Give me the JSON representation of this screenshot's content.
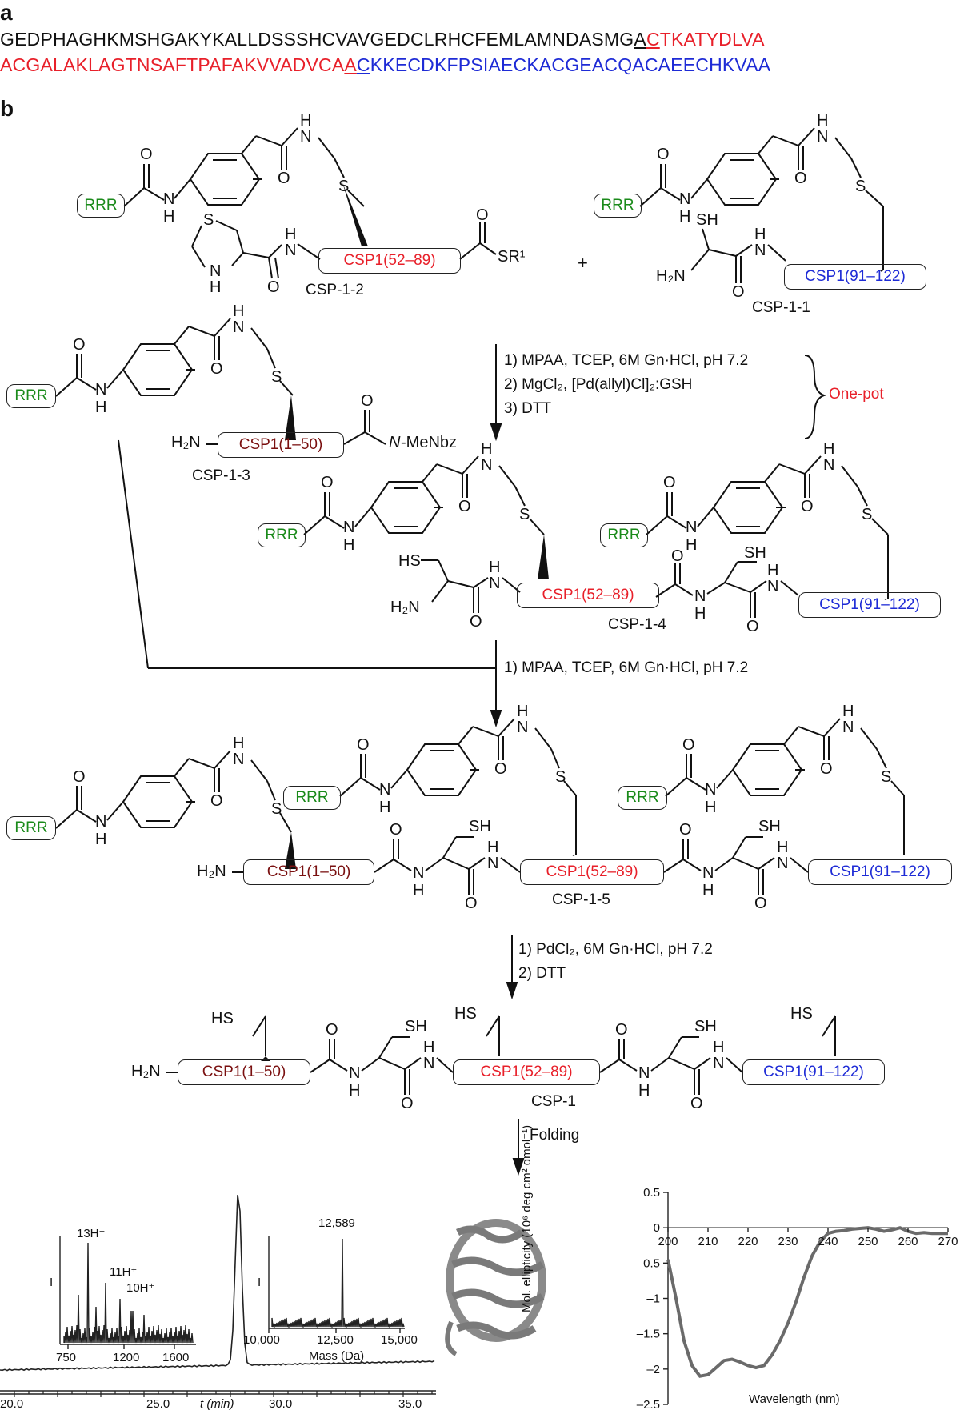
{
  "panel_a": "a",
  "panel_b": "b",
  "sequence": {
    "line1_black": "GEDPHAGHKMSHGAKYKALLDSSSHCVAVGEDCLRHCFEMLAMNDASMG",
    "line1_A": "A",
    "line1_C": "C",
    "line1_red": "TKATYDLVA",
    "line2_red": "ACGALAKLAGTNSAFTPAFAKVVADVCA",
    "line2_A": "A",
    "line2_C": "C",
    "line2_blue": "KKECDKFPSIAECKACGEACQACAEECHKVAA"
  },
  "boxes": {
    "rrr": "RRR",
    "csp_52_89": "CSP1(52–89)",
    "csp_91_122": "CSP1(91–122)",
    "csp_1_50": "CSP1(1–50)"
  },
  "compounds": {
    "c12": "CSP-1-2",
    "c11": "CSP-1-1",
    "c13": "CSP-1-3",
    "c14": "CSP-1-4",
    "c15": "CSP-1-5",
    "c1": "CSP-1"
  },
  "atoms": {
    "O": "O",
    "H": "H",
    "N": "N",
    "S": "S",
    "HN": "H\nN",
    "SH": "SH",
    "HS": "HS",
    "H2N": "H₂N",
    "SR1": "SR¹",
    "NMeNbz_N": "N",
    "NMeNbz_rest": "-MeNbz",
    "plus": "+"
  },
  "steps": {
    "s1_1": "1) MPAA, TCEP, 6M Gn·HCl, pH 7.2",
    "s1_2": "2) MgCl₂, [Pd(allyl)Cl]₂:GSH",
    "s1_3": "3) DTT",
    "onepot": "One-pot",
    "s2_1": "1) MPAA, TCEP, 6M Gn·HCl, pH 7.2",
    "s3_1": "1) PdCl₂, 6M Gn·HCl, pH 7.2",
    "s3_2": "2) DTT",
    "fold": "Folding"
  },
  "hplc": {
    "x_ticks": [
      "20.0",
      "25.0",
      "30.0",
      "35.0"
    ],
    "x_label": "t (min)"
  },
  "ms1": {
    "peaks": [
      "13H⁺",
      "11H⁺",
      "10H⁺"
    ],
    "y_label": "I",
    "x_ticks": [
      "750",
      "1200",
      "1600"
    ]
  },
  "ms2": {
    "peak": "12,589",
    "y_label": "I",
    "x_ticks": [
      "10,000",
      "12,500",
      "15,000"
    ],
    "x_label": "Mass (Da)"
  },
  "chart_data": {
    "type": "line",
    "x_label": "Wavelength (nm)",
    "y_label": "Mol. ellipticity (10⁶ deg cm² dmol⁻¹)",
    "x_ticks": [
      200,
      210,
      220,
      230,
      240,
      250,
      260,
      270
    ],
    "y_ticks": [
      0.5,
      0,
      -0.5,
      -1,
      -1.5,
      -2,
      -2.5
    ],
    "y_tick_labels": [
      "0.5",
      "0",
      "–0.5",
      "–1",
      "–1.5",
      "–2",
      "–2.5"
    ],
    "xlim": [
      200,
      270
    ],
    "ylim": [
      -2.5,
      0.5
    ],
    "series": [
      {
        "x": [
          200,
          202,
          204,
          206,
          208,
          210,
          212,
          214,
          216,
          218,
          220,
          222,
          224,
          226,
          228,
          230,
          232,
          234,
          236,
          238,
          240,
          242,
          244,
          246,
          248,
          250,
          252,
          254,
          256,
          258,
          260,
          262,
          264,
          266,
          268,
          270
        ],
        "values": [
          -0.45,
          -1.0,
          -1.6,
          -1.95,
          -2.1,
          -2.08,
          -1.98,
          -1.88,
          -1.86,
          -1.9,
          -1.95,
          -1.98,
          -1.95,
          -1.8,
          -1.6,
          -1.35,
          -1.05,
          -0.7,
          -0.4,
          -0.2,
          -0.08,
          -0.05,
          -0.04,
          -0.02,
          -0.01,
          0.0,
          -0.02,
          -0.05,
          -0.03,
          0.0,
          -0.05,
          -0.08,
          -0.07,
          -0.08,
          -0.08,
          -0.08
        ]
      }
    ]
  }
}
